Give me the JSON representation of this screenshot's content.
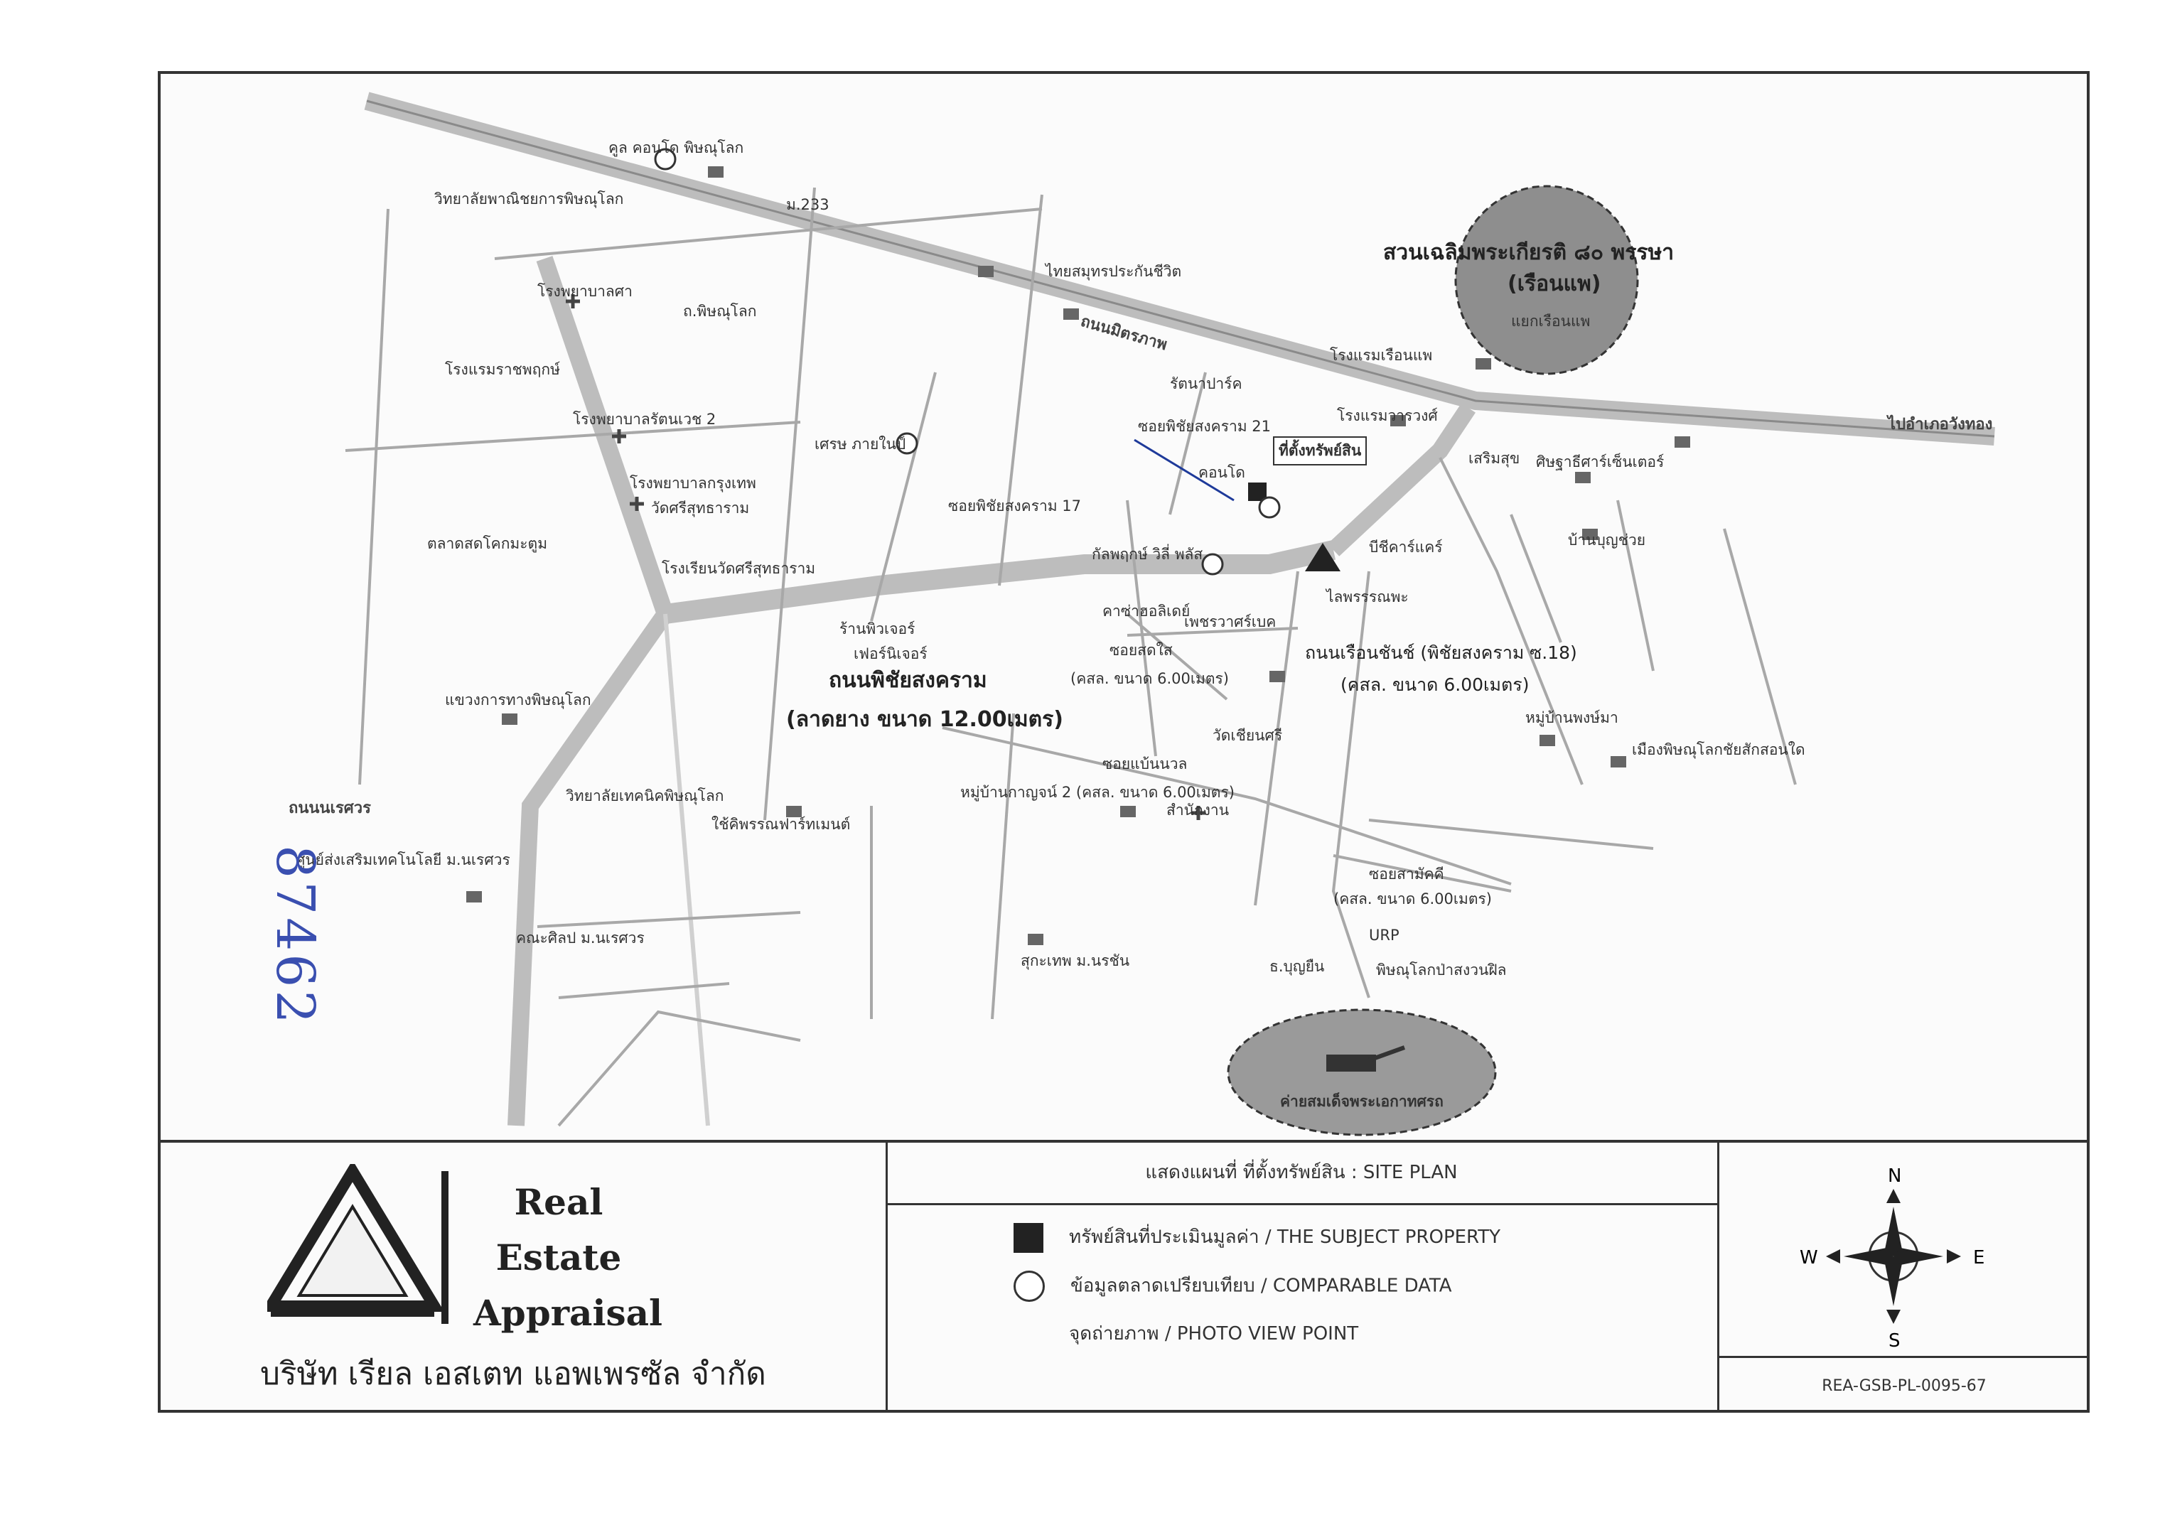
{
  "map": {
    "park_label_line1": "สวนเฉลิมพระเกียรติ ๘๐ พรรษา",
    "park_label_line2": "(เรือนแพ)",
    "park_sub": "แยกเรือนแพ",
    "camp_label": "ค่ายสมเด็จพระเอกาทศรถ",
    "subject_label": "ที่ตั้งทรัพย์สิน",
    "main_road_line1": "ถนนพิชัยสงคราม",
    "main_road_line2": "(ลาดยาง ขนาด 12.00เมตร)",
    "side_road_line1": "ถนนเรือนชันช์ (พิชัยสงคราม ซ.18)",
    "side_road_line2": "(คสล. ขนาด 6.00เมตร)",
    "top_road": "ถนนมิตรภาพ",
    "right_road": "ไปอำเภอวังทอง",
    "labels": [
      {
        "text": "คูล คอนโด พิษณุโลก"
      },
      {
        "text": "วิทยาลัยพาณิชยการพิษณุโลก"
      },
      {
        "text": "ม.233"
      },
      {
        "text": "ไทยสมุทรประกันชีวิต"
      },
      {
        "text": "โรงพยาบาลศา"
      },
      {
        "text": "ถ.พิษณุโลก"
      },
      {
        "text": "โรงแรมราชพฤกษ์"
      },
      {
        "text": "โรงพยาบาลรัตนเวช 2"
      },
      {
        "text": "รัตนาปาร์ค"
      },
      {
        "text": "โรงแรมเรือนแพ"
      },
      {
        "text": "โรงแรมวารวงศ์"
      },
      {
        "text": "เสริมสุข"
      },
      {
        "text": "ศิษฐาธีศาร์เซ็นเตอร์"
      },
      {
        "text": "บ้านบุญช่วย"
      },
      {
        "text": "บีชีคาร์แคร์"
      },
      {
        "text": "ไลพรรรณพะ"
      },
      {
        "text": "ซอยพิชัยสงคราม 21"
      },
      {
        "text": "ซอยพิชัยสงคราม 17"
      },
      {
        "text": "คอนโด"
      },
      {
        "text": "กัลพฤกษ์ วิลี่ พลัส"
      },
      {
        "text": "คาซ่าฮอลิเดย์"
      },
      {
        "text": "เพชรวาศร์เบค"
      },
      {
        "text": "ซอยสดใส"
      },
      {
        "text": "(คสล. ขนาด 6.00เมตร)"
      },
      {
        "text": "ร้านพิวเจอร์"
      },
      {
        "text": "เฟอร์นิเจอร์"
      },
      {
        "text": "เศรษ ภายในป์"
      },
      {
        "text": "โรงพยาบาลกรุงเทพ"
      },
      {
        "text": "วัดศรีสุทธาราม"
      },
      {
        "text": "โรงเรียนวัดศรีสุทธาราม"
      },
      {
        "text": "ตลาดสดโคกมะตูม"
      },
      {
        "text": "แขวงการทางพิษณุโลก"
      },
      {
        "text": "ถนนนเรศวร"
      },
      {
        "text": "ศูนย์ส่งเสริมเทคโนโลยี ม.นเรศวร"
      },
      {
        "text": "วิทยาลัยเทคนิคพิษณุโลก"
      },
      {
        "text": "ใช้คิพรรณฟาร์ทเมนต์"
      },
      {
        "text": "คณะศิลป ม.นเรศวร"
      },
      {
        "text": "ซอยแบ้นนวล"
      },
      {
        "text": "หมู่บ้านกาญจน์ 2 (คสล. ขนาด 6.00เมตร)"
      },
      {
        "text": "สำนักงาน"
      },
      {
        "text": "วัดเชียนศรี"
      },
      {
        "text": "หมู่บ้านพงษ์มา"
      },
      {
        "text": "เมืองพิษณุโลกชัยสักสอนใด"
      },
      {
        "text": "ซอยสามัคคี"
      },
      {
        "text": "(คสล. ขนาด 6.00เมตร)"
      },
      {
        "text": "URP"
      },
      {
        "text": "พิษณุโลกป่าสงวนฝิล"
      },
      {
        "text": "สุกะเทพ ม.นรชัน"
      },
      {
        "text": "ธ.บุญยืน"
      }
    ]
  },
  "handwritten": "87462",
  "footer": {
    "logo_line1": "Real",
    "logo_line2": "Estate",
    "logo_line3": "Appraisal",
    "company_name": "บริษัท เรียล เอสเตท แอพเพรซัล จำกัด",
    "plan_title": "แสดงแผนที่ ที่ตั้งทรัพย์สิน : SITE PLAN",
    "legend": [
      {
        "symbol": "filled-square",
        "text": "ทรัพย์สินที่ประเมินมูลค่า / THE SUBJECT PROPERTY"
      },
      {
        "symbol": "circle",
        "text": "ข้อมูลตลาดเปรียบเทียบ / COMPARABLE DATA"
      },
      {
        "symbol": "none",
        "text": "จุดถ่ายภาพ / PHOTO VIEW POINT"
      }
    ],
    "compass": {
      "n": "N",
      "s": "S",
      "e": "E",
      "w": "W"
    },
    "reference": "REA-GSB-PL-0095-67"
  }
}
